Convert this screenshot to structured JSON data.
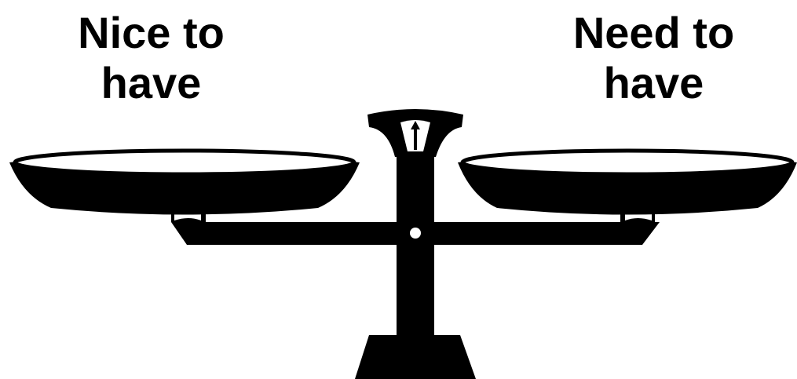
{
  "left_label": {
    "line1": "Nice to",
    "line2": "have"
  },
  "right_label": {
    "line1": "Need to",
    "line2": "have"
  },
  "colors": {
    "ink": "#000000",
    "background": "#ffffff"
  },
  "icons": [
    "balance-scale-icon"
  ]
}
